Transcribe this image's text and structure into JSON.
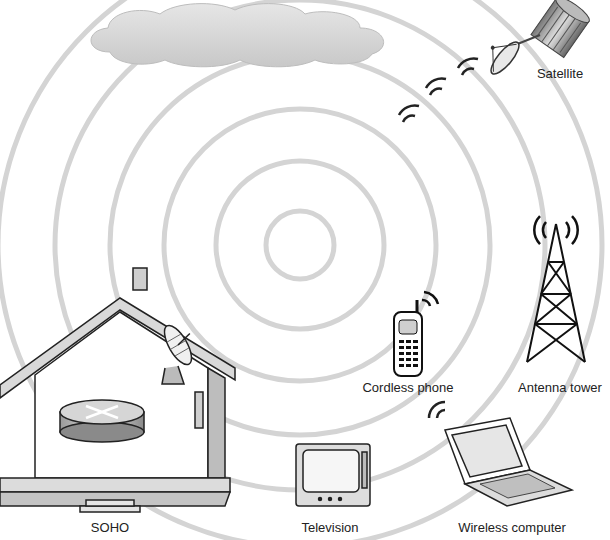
{
  "diagram": {
    "labels": [
      "Satellite",
      "Antenna tower",
      "Cordless phone",
      "SOHO",
      "Television",
      "Wireless computer"
    ]
  }
}
